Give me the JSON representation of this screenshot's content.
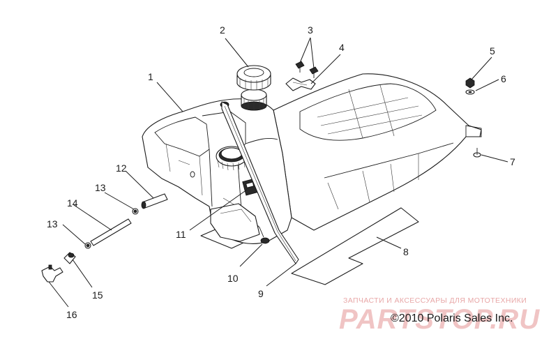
{
  "diagram": {
    "callouts": [
      {
        "id": "1",
        "label": "1"
      },
      {
        "id": "2",
        "label": "2"
      },
      {
        "id": "3",
        "label": "3"
      },
      {
        "id": "4",
        "label": "4"
      },
      {
        "id": "5",
        "label": "5"
      },
      {
        "id": "6",
        "label": "6"
      },
      {
        "id": "7",
        "label": "7"
      },
      {
        "id": "8",
        "label": "8"
      },
      {
        "id": "9",
        "label": "9"
      },
      {
        "id": "10",
        "label": "10"
      },
      {
        "id": "11",
        "label": "11"
      },
      {
        "id": "12",
        "label": "12"
      },
      {
        "id": "13a",
        "label": "13"
      },
      {
        "id": "13b",
        "label": "13"
      },
      {
        "id": "14",
        "label": "14"
      },
      {
        "id": "15",
        "label": "15"
      },
      {
        "id": "16",
        "label": "16"
      }
    ],
    "copyright": "©2010 Polaris Sales Inc.",
    "watermark": {
      "tagline": "ЗАПЧАСТИ И АКСЕССУАРЫ ДЛЯ МОТОТЕХНИКИ",
      "brand": "PARTSTOP.RU"
    },
    "colors": {
      "line": "#1a1a1a",
      "watermark": "#f0c4c4"
    }
  }
}
